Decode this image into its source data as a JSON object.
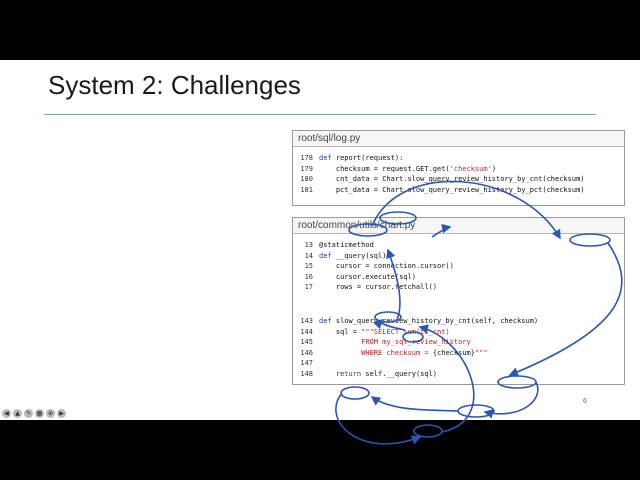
{
  "slide": {
    "title": "System 2: Challenges",
    "page_number": "6"
  },
  "panel_log": {
    "path": "root/sql/log.py",
    "lines": [
      {
        "num": "178",
        "segments": [
          {
            "t": "def ",
            "c": "kw"
          },
          {
            "t": "report(request):",
            "c": ""
          }
        ]
      },
      {
        "num": "179",
        "segments": [
          {
            "t": "    checksum = request.GET.get(",
            "c": ""
          },
          {
            "t": "'checksum'",
            "c": "str"
          },
          {
            "t": ")",
            "c": ""
          }
        ]
      },
      {
        "num": "180",
        "segments": [
          {
            "t": "    cnt_data = Chart.slow_query_review_history_by_cnt(checksum)",
            "c": ""
          }
        ]
      },
      {
        "num": "181",
        "segments": [
          {
            "t": "    pct_data = Chart.slow_query_review_history_by_pct(checksum)",
            "c": ""
          }
        ]
      }
    ]
  },
  "panel_chart": {
    "path": "root/common/utils/chart.py",
    "lines": [
      {
        "num": "13",
        "segments": [
          {
            "t": "@staticmethod",
            "c": ""
          }
        ]
      },
      {
        "num": "14",
        "segments": [
          {
            "t": "def ",
            "c": "kw"
          },
          {
            "t": "__query(sql):",
            "c": ""
          }
        ]
      },
      {
        "num": "15",
        "segments": [
          {
            "t": "    cursor = connection.cursor()",
            "c": ""
          }
        ]
      },
      {
        "num": "16",
        "segments": [
          {
            "t": "    cursor.execute(sql)",
            "c": ""
          }
        ]
      },
      {
        "num": "17",
        "segments": [
          {
            "t": "    rows = cursor.fetchall()",
            "c": ""
          }
        ]
      }
    ],
    "lines2": [
      {
        "num": "143",
        "segments": [
          {
            "t": "def ",
            "c": "kw"
          },
          {
            "t": "slow_query_review_history_by_cnt(self, checksum)",
            "c": ""
          }
        ]
      },
      {
        "num": "144",
        "segments": [
          {
            "t": "    sql = ",
            "c": ""
          },
          {
            "t": "\"\"\"SELECT sum(ts_cnt)",
            "c": "red"
          }
        ]
      },
      {
        "num": "145",
        "segments": [
          {
            "t": "          ",
            "c": ""
          },
          {
            "t": "FROM my_sql_review_history",
            "c": "red"
          }
        ]
      },
      {
        "num": "146",
        "segments": [
          {
            "t": "          ",
            "c": ""
          },
          {
            "t": "WHERE checksum = ",
            "c": "red"
          },
          {
            "t": "{checksum}",
            "c": ""
          },
          {
            "t": "\"\"\"",
            "c": "red"
          }
        ]
      },
      {
        "num": "147",
        "segments": [
          {
            "t": "",
            "c": ""
          }
        ]
      },
      {
        "num": "148",
        "segments": [
          {
            "t": "    ",
            "c": ""
          },
          {
            "t": "return ",
            "c": "kw"
          },
          {
            "t": "self.__query(sql)",
            "c": ""
          }
        ]
      }
    ]
  },
  "player": {
    "buttons": [
      {
        "name": "prev-slide-icon",
        "glyph": "◀"
      },
      {
        "name": "pointer-icon",
        "glyph": "▲"
      },
      {
        "name": "pen-icon",
        "glyph": "✎"
      },
      {
        "name": "slides-grid-icon",
        "glyph": "▦"
      },
      {
        "name": "zoom-icon",
        "glyph": "⊕"
      },
      {
        "name": "next-slide-icon",
        "glyph": "▶"
      }
    ]
  }
}
